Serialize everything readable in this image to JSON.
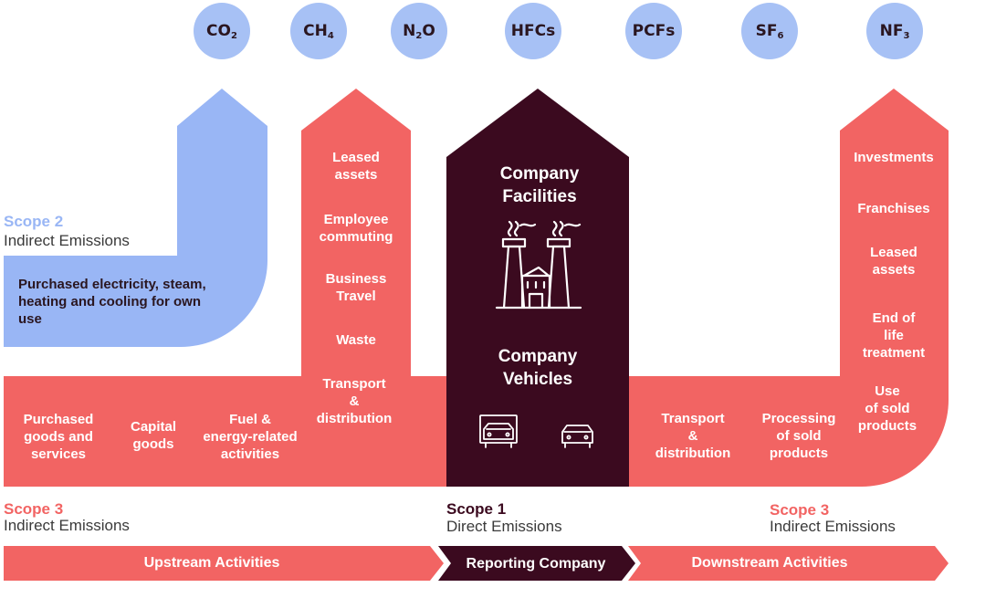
{
  "colors": {
    "red": "#f26463",
    "blue": "#99b6f5",
    "dark": "#3b0a1f",
    "gas_circle": "#a7c1f5"
  },
  "gases": [
    {
      "base": "CO",
      "sub": "2"
    },
    {
      "base": "CH",
      "sub": "4"
    },
    {
      "base": "N",
      "sub": "2",
      "tail": "O"
    },
    {
      "base": "HFCs"
    },
    {
      "base": "PCFs"
    },
    {
      "base": "SF",
      "sub": "6"
    },
    {
      "base": "NF",
      "sub": "3"
    }
  ],
  "scope2": {
    "title": "Scope 2",
    "subtitle": "Indirect Emissions",
    "item": "Purchased electricity, steam, heating and cooling for own use"
  },
  "upstream_column": [
    "Leased\nassets",
    "Employee\ncommuting",
    "Business\nTravel",
    "Waste",
    "Transport\n&\ndistribution"
  ],
  "upstream_row": [
    "Purchased\ngoods and\nservices",
    "Capital\ngoods",
    "Fuel &\nenergy-related\nactivities"
  ],
  "scope1": {
    "facilities": "Company\nFacilities",
    "vehicles": "Company\nVehicles",
    "title": "Scope 1",
    "subtitle": "Direct Emissions"
  },
  "downstream_row": [
    "Transport\n&\ndistribution",
    "Processing\nof sold\nproducts",
    "Use\nof sold\nproducts"
  ],
  "downstream_column": [
    "Investments",
    "Franchises",
    "Leased\nassets",
    "End of\nlife\ntreatment"
  ],
  "scope3_left": {
    "title": "Scope 3",
    "subtitle": "Indirect Emissions"
  },
  "scope3_right": {
    "title": "Scope 3",
    "subtitle": "Indirect Emissions"
  },
  "bottom_bar": {
    "upstream": "Upstream Activities",
    "reporting": "Reporting Company",
    "downstream": "Downstream Activities"
  }
}
